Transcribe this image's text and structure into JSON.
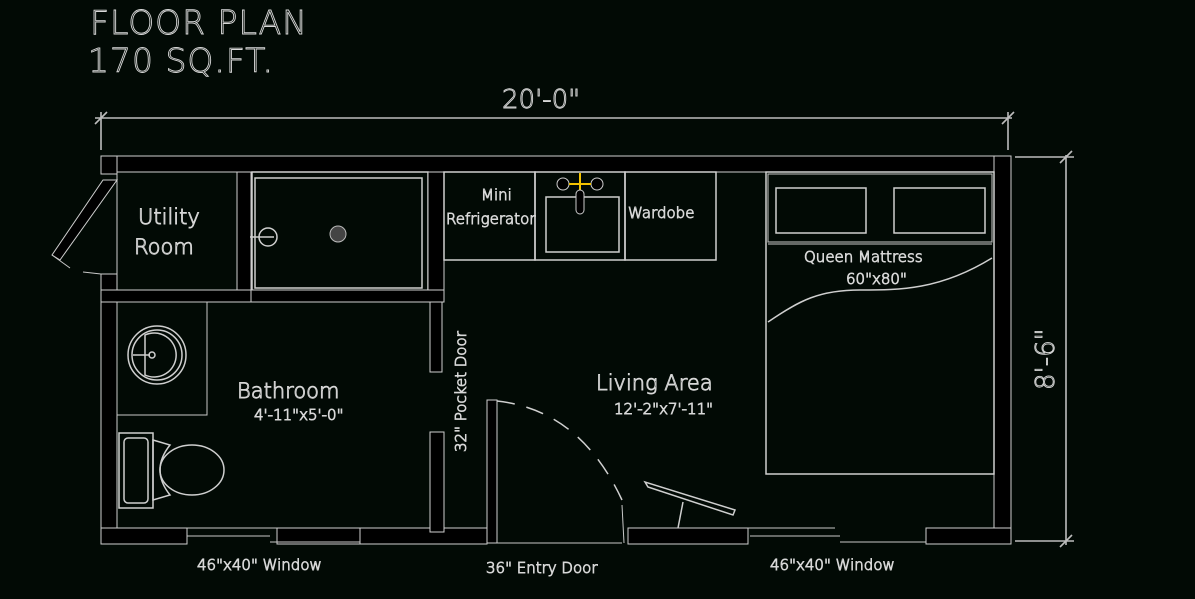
{
  "header": {
    "title": "FLOOR PLAN",
    "area": "170 SQ.FT."
  },
  "dimensions": {
    "width": "20'-0\"",
    "depth": "8'-6\""
  },
  "rooms": {
    "utility": {
      "line1": "Utility",
      "line2": "Room"
    },
    "bathroom": {
      "name": "Bathroom",
      "size": "4'-11\"x5'-0\""
    },
    "living": {
      "name": "Living Area",
      "size": "12'-2\"x7'-11\""
    }
  },
  "fixtures": {
    "fridge": {
      "line1": "Mini",
      "line2": "Refrigerator"
    },
    "wardrobe": "Wardobe",
    "mattress": {
      "name": "Queen Mattress",
      "size": "60\"x80\""
    },
    "pocket_door": "32\" Pocket Door"
  },
  "openings": {
    "window_left": "46\"x40\" Window",
    "entry_door": "36\" Entry Door",
    "window_right": "46\"x40\" Window"
  },
  "colors": {
    "background": "#020a05",
    "wall": "#000000",
    "outline": "#d8d8d8",
    "faucet_accent": "#f5c400"
  }
}
